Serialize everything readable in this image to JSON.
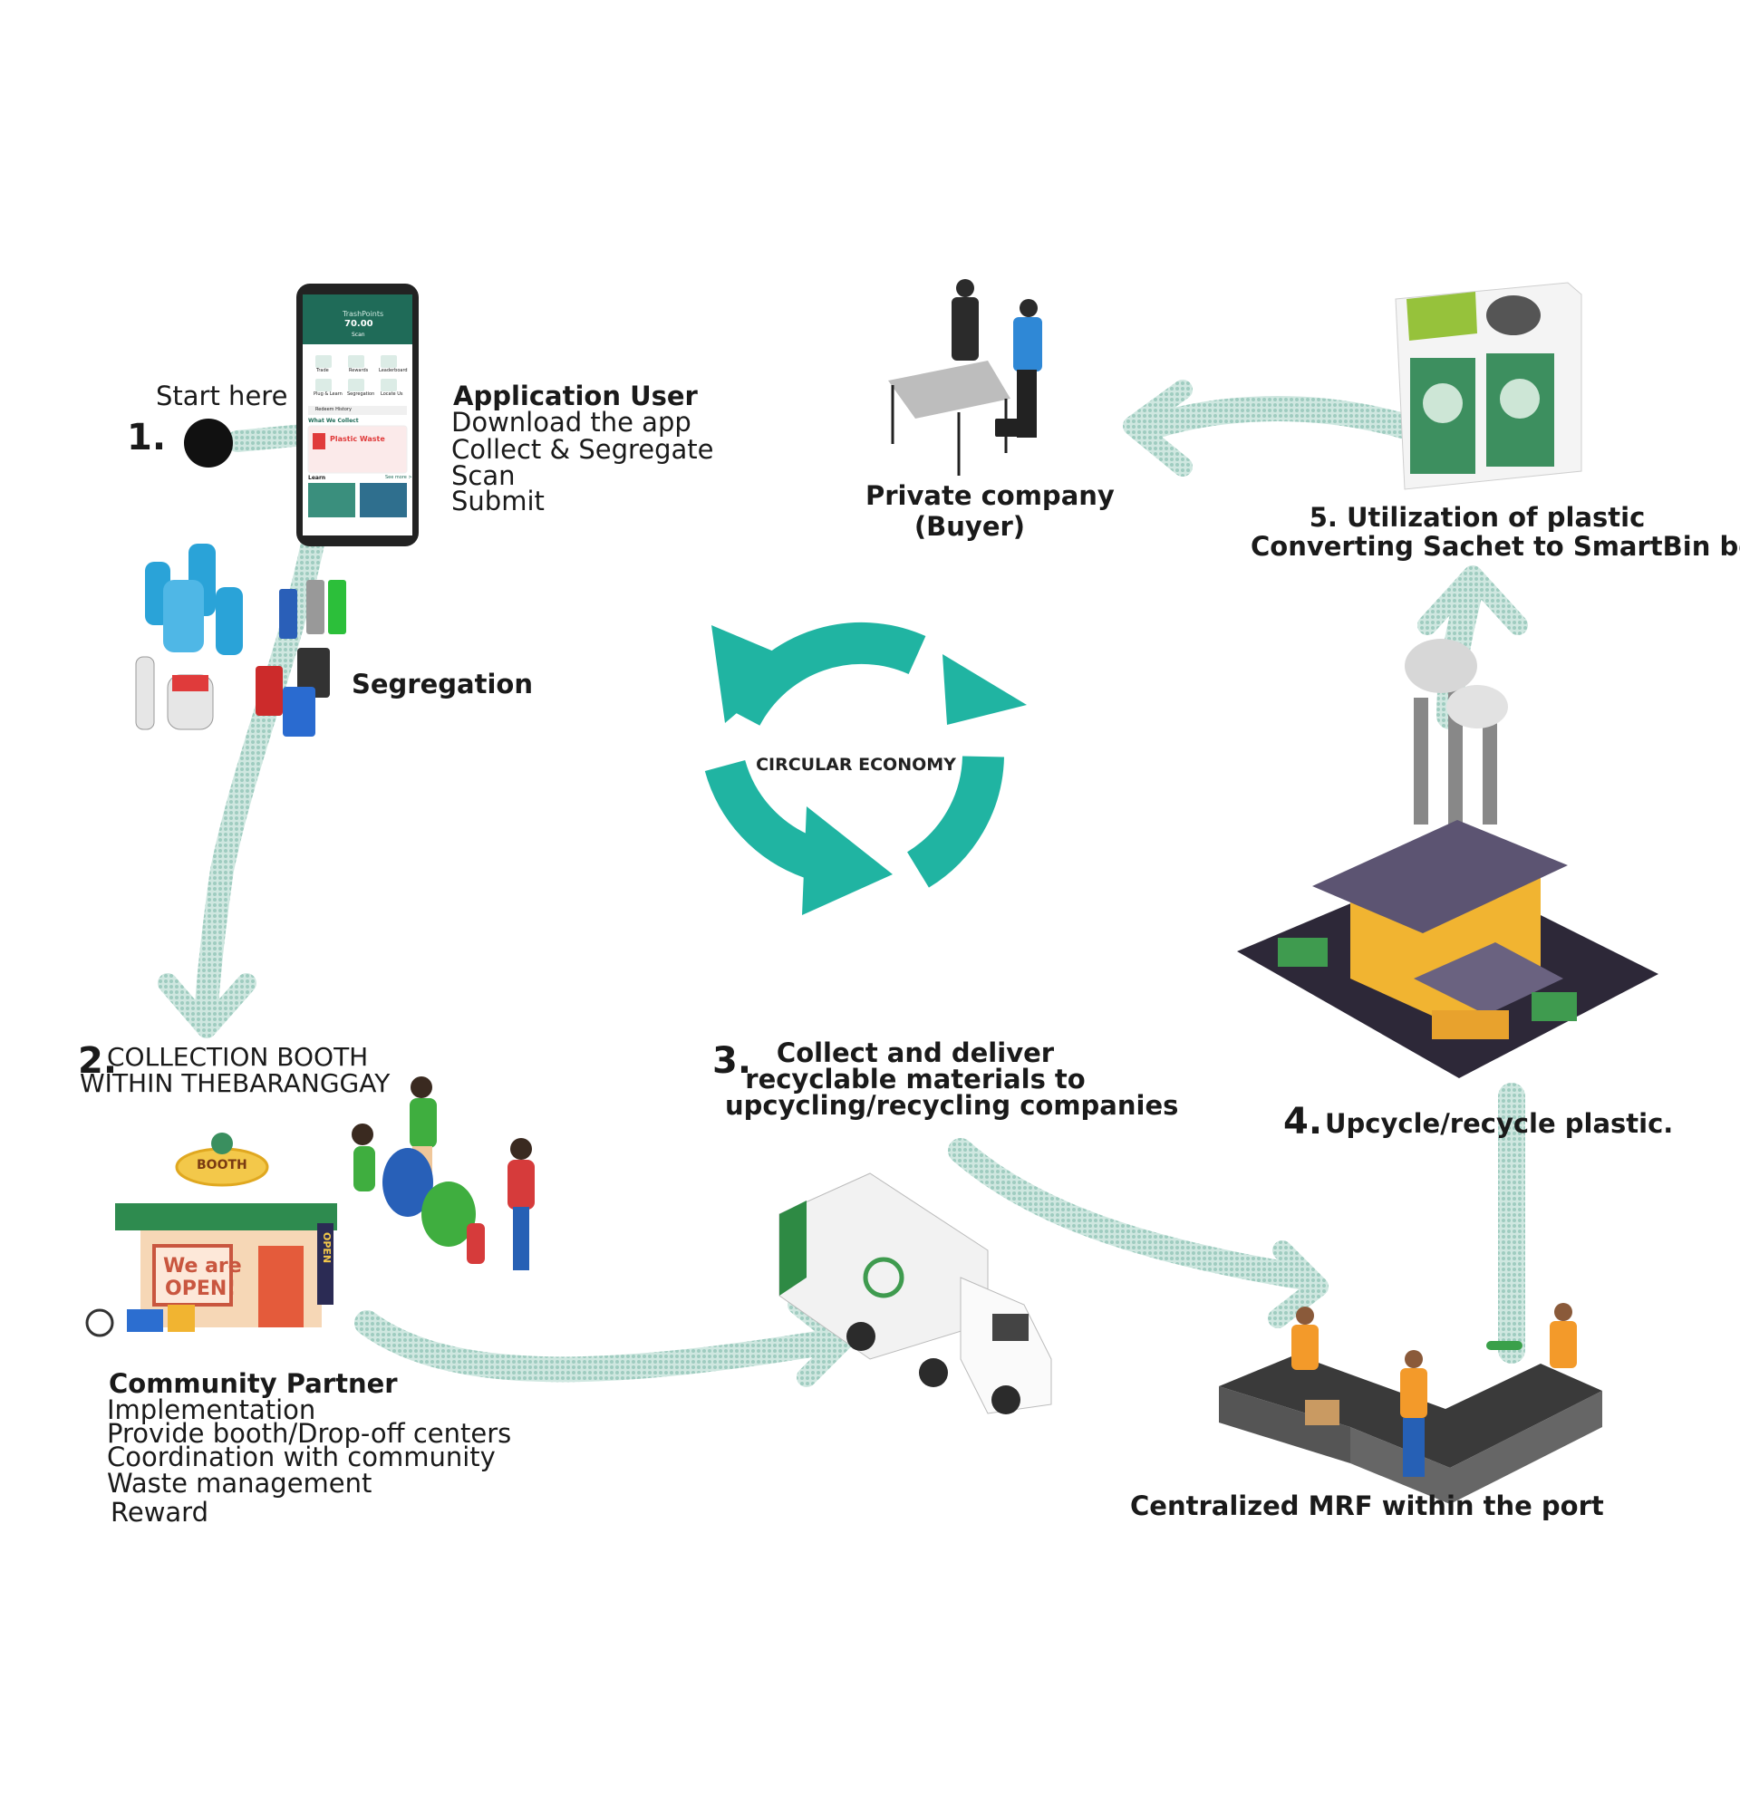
{
  "colors": {
    "teal": "#20b4a2",
    "path": "#b9dbd2",
    "phone_green": "#1f6b58",
    "factory_yellow": "#f1b431",
    "factory_roof": "#5c5472",
    "truck_green": "#2e8a44",
    "booth_green": "#2e8b4f"
  },
  "start": {
    "label": "Start here",
    "number": "1."
  },
  "phone": {
    "balance_title": "TrashPoints",
    "balance_value": "70.00",
    "action": "Scan",
    "menu": [
      "Trade",
      "Rewards",
      "Leaderboard",
      "Plug & Learn",
      "Segregation",
      "Locate Us"
    ],
    "row": "Redeem History",
    "section": "What We Collect",
    "card_title": "Plastic Waste",
    "learn": "Learn",
    "see_more": "See more >"
  },
  "app_user": {
    "title": "Application User",
    "lines": [
      "Download the app",
      "Collect & Segregate",
      "Scan",
      "Submit"
    ]
  },
  "segregation": {
    "label": "Segregation"
  },
  "private_company": {
    "line1": "Private company",
    "line2": "(Buyer)"
  },
  "step5": {
    "line1": "5. Utilization of plastic",
    "line2": "Converting Sachet to SmartBin body"
  },
  "center": {
    "label": "CIRCULAR ECONOMY"
  },
  "step2": {
    "number": "2.",
    "line1": "COLLECTION BOOTH",
    "line2": "WITHIN THEBARANGGAY"
  },
  "booth": {
    "sign": "BOOTH",
    "window_line1": "We are",
    "window_line2": "OPEN!",
    "side": "OPEN"
  },
  "step3": {
    "number": "3.",
    "lines": [
      "Collect and deliver",
      "recyclable materials to",
      "upcycling/recycling companies"
    ]
  },
  "step4": {
    "number": "4.",
    "label": "Upcycle/recycle plastic."
  },
  "community": {
    "title": "Community Partner",
    "lines": [
      "Implementation",
      "Provide booth/Drop-off centers",
      "Coordination with community",
      "Waste management",
      "Reward"
    ]
  },
  "mrf": {
    "label": "Centralized MRF within the port"
  }
}
